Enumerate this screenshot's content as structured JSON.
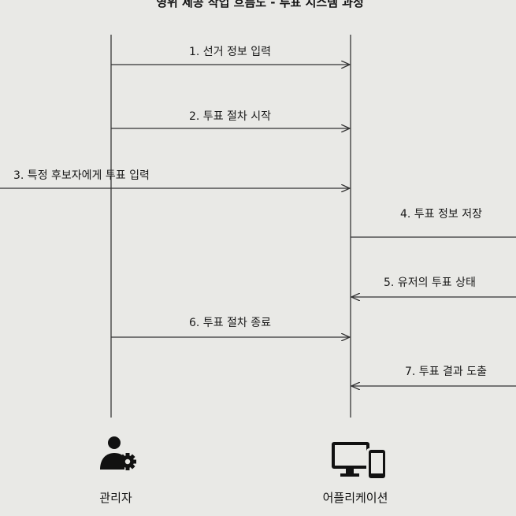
{
  "title": "영위 제공 작업 흐름도 - 투표 시스템 과정",
  "actors": {
    "admin": "관리자",
    "application": "어플리케이션"
  },
  "icons": {
    "admin": "admin-user-gear-icon",
    "application": "monitor-phone-icon"
  },
  "messages": [
    {
      "label": "1. 선거 정보 입력",
      "from": "admin",
      "to": "application"
    },
    {
      "label": "2. 투표 절차 시작",
      "from": "admin",
      "to": "application"
    },
    {
      "label": "3. 특정 후보자에게 투표 입력",
      "from": "left-offscreen",
      "to": "application"
    },
    {
      "label": "4. 투표 정보 저장",
      "from": "application",
      "to": "right-offscreen"
    },
    {
      "label": "5. 유저의 투표 상태",
      "from": "right-offscreen",
      "to": "application"
    },
    {
      "label": "6. 투표 절차 종료",
      "from": "admin",
      "to": "application"
    },
    {
      "label": "7. 투표 결과 도출",
      "from": "right-offscreen",
      "to": "application"
    }
  ],
  "colors": {
    "background": "#e9e9e6",
    "line": "#333333"
  }
}
